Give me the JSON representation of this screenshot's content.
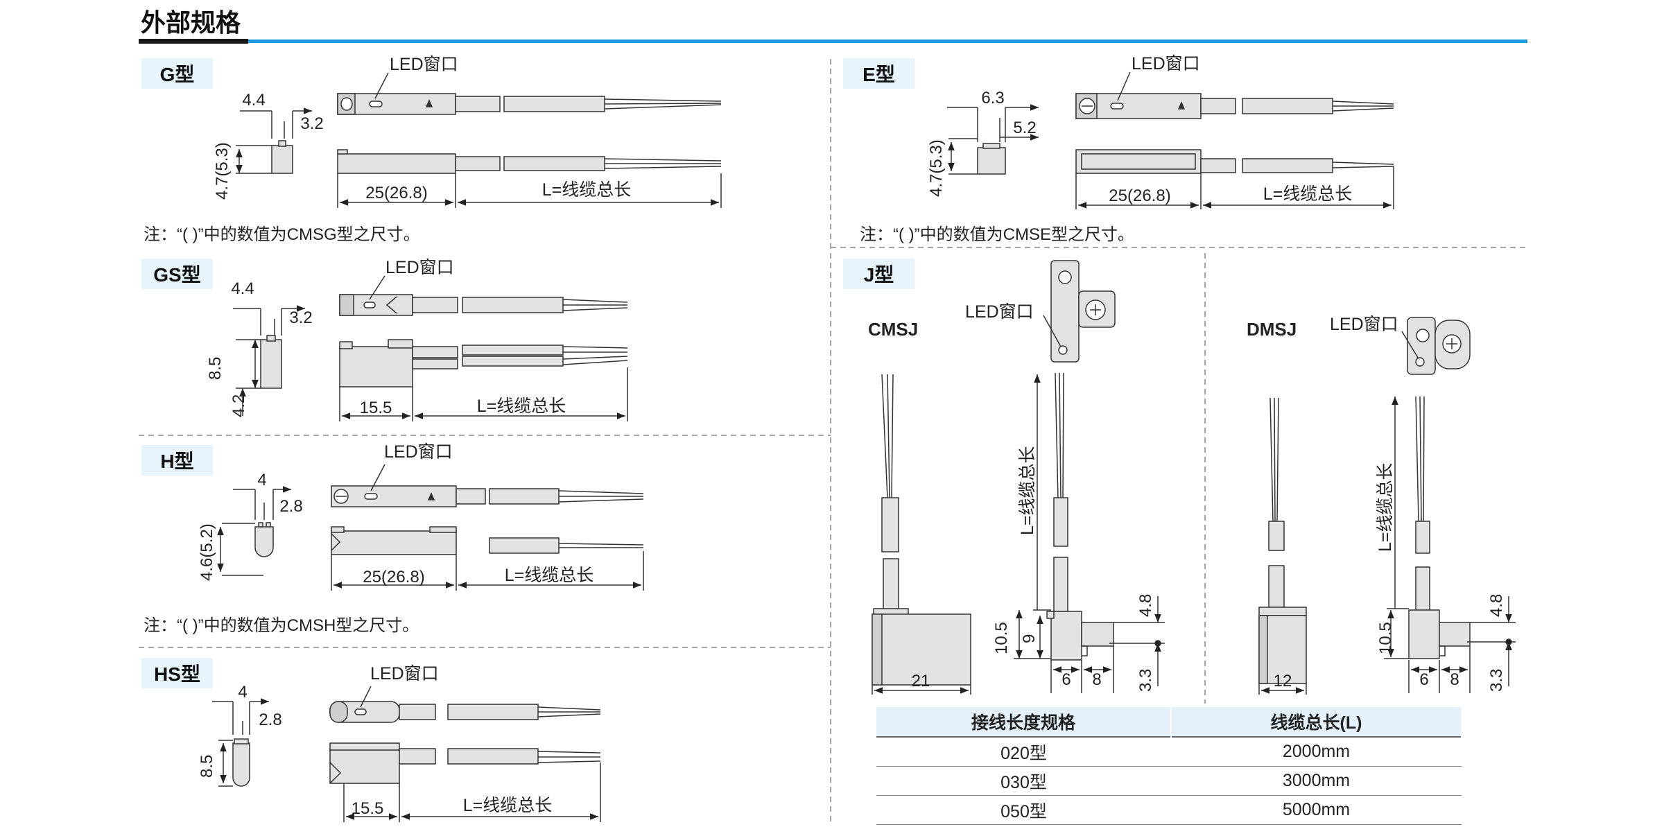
{
  "page_title": "外部规格",
  "colors": {
    "accent": "#1e9be0",
    "tag_bg": "#e8f4fb",
    "body_fill": "#e2e2e2",
    "table_header_bg": "#e4f1fa"
  },
  "common": {
    "led_window": "LED窗口",
    "cable_length": "L=线缆总长"
  },
  "sections": {
    "g": {
      "tag": "G型",
      "note": "注：“( )”中的数值为CMSG型之尺寸。",
      "dims": {
        "w": "4.4",
        "d": "3.2",
        "h": "4.7(5.3)",
        "len": "25(26.8)"
      }
    },
    "gs": {
      "tag": "GS型",
      "dims": {
        "w": "4.4",
        "d": "3.2",
        "h": "8.5",
        "h2": "4.2",
        "len": "15.5"
      }
    },
    "h": {
      "tag": "H型",
      "note": "注：“( )”中的数值为CMSH型之尺寸。",
      "dims": {
        "w": "4",
        "d": "2.8",
        "h": "4.6(5.2)",
        "len": "25(26.8)"
      }
    },
    "hs": {
      "tag": "HS型",
      "dims": {
        "w": "4",
        "d": "2.8",
        "h": "8.5",
        "len": "15.5"
      }
    },
    "e": {
      "tag": "E型",
      "note": "注：“( )”中的数值为CMSE型之尺寸。",
      "dims": {
        "w": "6.3",
        "d": "5.2",
        "h": "4.7(5.3)",
        "len": "25(26.8)"
      }
    },
    "j": {
      "tag": "J型",
      "cmsj": {
        "label": "CMSJ",
        "dims": {
          "w": "21",
          "h": "10.5",
          "h2": "9",
          "a": "6",
          "b": "8",
          "c": "4.8",
          "e": "3.3"
        }
      },
      "dmsj": {
        "label": "DMSJ",
        "dims": {
          "w": "12",
          "h": "10.5",
          "a": "6",
          "b": "8",
          "c": "4.8",
          "e": "3.3"
        }
      }
    }
  },
  "table": {
    "headers": [
      "接线长度规格",
      "线缆总长(L)"
    ],
    "rows": [
      {
        "spec": "020型",
        "length": "2000mm"
      },
      {
        "spec": "030型",
        "length": "3000mm"
      },
      {
        "spec": "050型",
        "length": "5000mm"
      }
    ]
  }
}
